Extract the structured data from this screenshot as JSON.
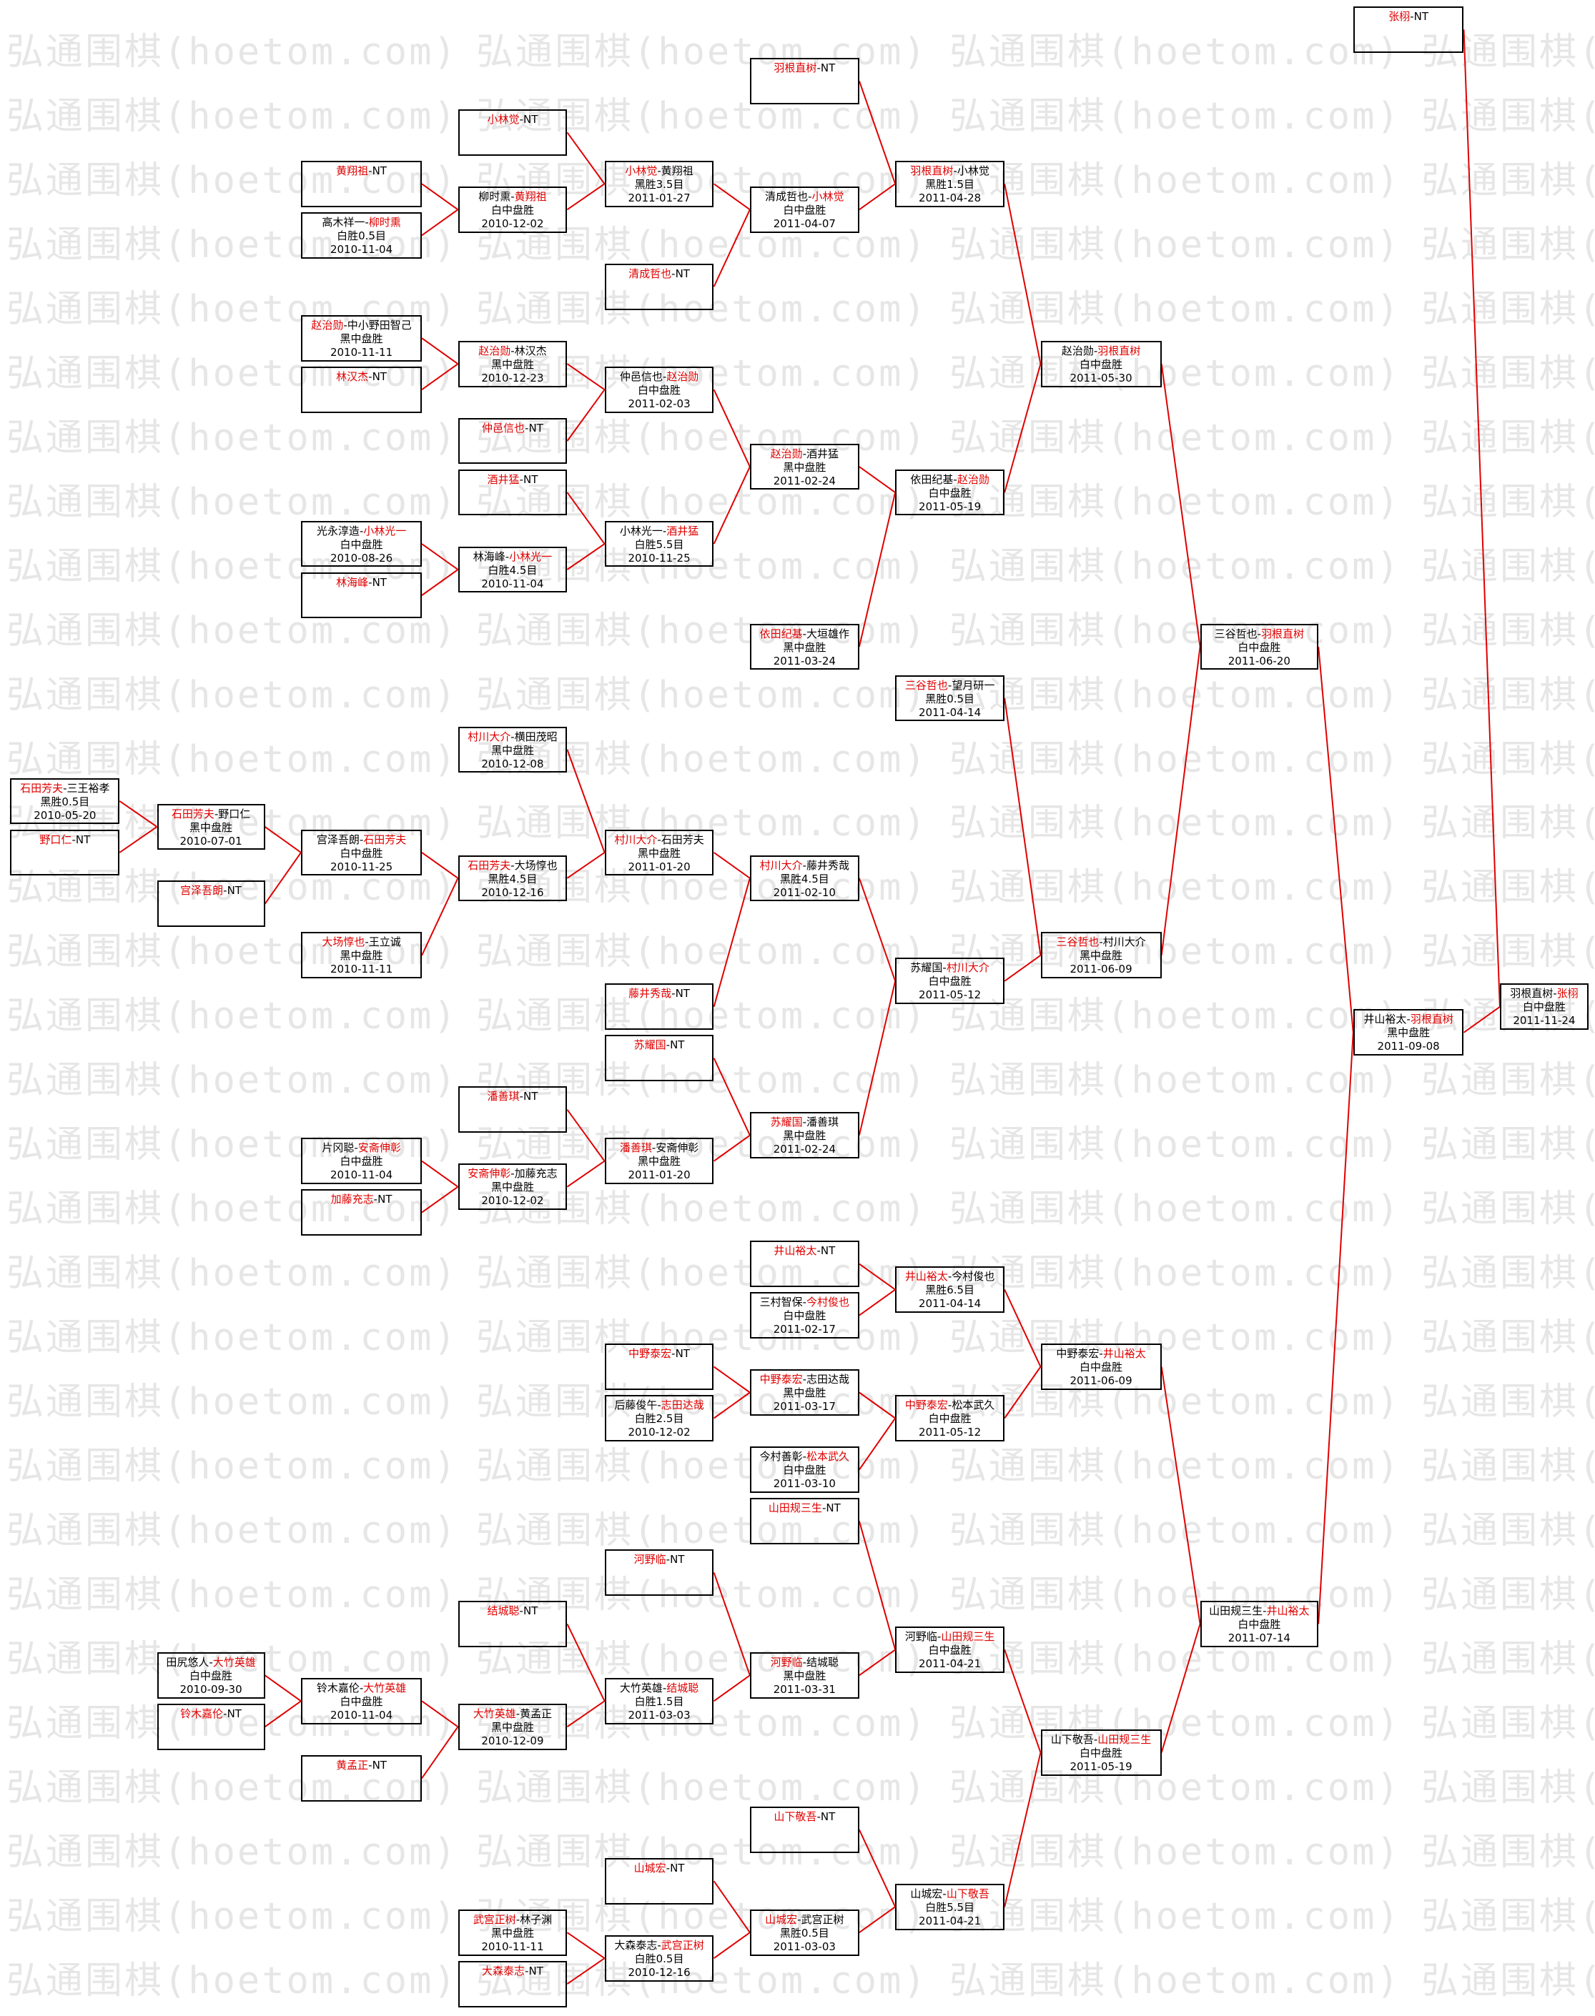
{
  "watermark": "弘通围棋(hoetom.com)",
  "separator": "-",
  "colors": {
    "winner": "#e00000",
    "connector": "#e00000",
    "border": "#000000",
    "watermark": "#e6e6e6"
  },
  "boxes": [
    {
      "p1": "石田芳夫",
      "p2": "三王裕孝",
      "winner": 1,
      "result": "黑胜0.5目",
      "date": "2010-05-20"
    },
    {
      "p1": "野口仁",
      "p2": "NT",
      "winner": 1
    },
    {
      "p1": "石田芳夫",
      "p2": "野口仁",
      "winner": 1,
      "result": "黑中盘胜",
      "date": "2010-07-01"
    },
    {
      "p1": "宫泽吾朗",
      "p2": "NT",
      "winner": 1
    },
    {
      "p1": "田尻悠人",
      "p2": "大竹英雄",
      "winner": 2,
      "result": "白中盘胜",
      "date": "2010-09-30"
    },
    {
      "p1": "铃木嘉伦",
      "p2": "NT",
      "winner": 1
    },
    {
      "p1": "黄翔祖",
      "p2": "NT",
      "winner": 1
    },
    {
      "p1": "高木祥一",
      "p2": "柳时熏",
      "winner": 2,
      "result": "白胜0.5目",
      "date": "2010-11-04"
    },
    {
      "p1": "赵治勋",
      "p2": "中小野田智己",
      "winner": 1,
      "result": "黑中盘胜",
      "date": "2010-11-11"
    },
    {
      "p1": "林汉杰",
      "p2": "NT",
      "winner": 1
    },
    {
      "p1": "光永淳造",
      "p2": "小林光一",
      "winner": 2,
      "result": "白中盘胜",
      "date": "2010-08-26"
    },
    {
      "p1": "林海峰",
      "p2": "NT",
      "winner": 1
    },
    {
      "p1": "宫泽吾朗",
      "p2": "石田芳夫",
      "winner": 2,
      "result": "白中盘胜",
      "date": "2010-11-25"
    },
    {
      "p1": "大场惇也",
      "p2": "王立诚",
      "winner": 1,
      "result": "黑中盘胜",
      "date": "2010-11-11"
    },
    {
      "p1": "片冈聪",
      "p2": "安斋伸彰",
      "winner": 2,
      "result": "白中盘胜",
      "date": "2010-11-04"
    },
    {
      "p1": "加藤充志",
      "p2": "NT",
      "winner": 1
    },
    {
      "p1": "铃木嘉伦",
      "p2": "大竹英雄",
      "winner": 2,
      "result": "白中盘胜",
      "date": "2010-11-04"
    },
    {
      "p1": "黄孟正",
      "p2": "NT",
      "winner": 1
    },
    {
      "p1": "小林觉",
      "p2": "NT",
      "winner": 1
    },
    {
      "p1": "柳时熏",
      "p2": "黄翔祖",
      "winner": 2,
      "result": "白中盘胜",
      "date": "2010-12-02"
    },
    {
      "p1": "赵治勋",
      "p2": "林汉杰",
      "winner": 1,
      "result": "黑中盘胜",
      "date": "2010-12-23"
    },
    {
      "p1": "仲邑信也",
      "p2": "NT",
      "winner": 1
    },
    {
      "p1": "酒井猛",
      "p2": "NT",
      "winner": 1
    },
    {
      "p1": "林海峰",
      "p2": "小林光一",
      "winner": 2,
      "result": "白胜4.5目",
      "date": "2010-11-04"
    },
    {
      "p1": "村川大介",
      "p2": "横田茂昭",
      "winner": 1,
      "result": "黑中盘胜",
      "date": "2010-12-08"
    },
    {
      "p1": "石田芳夫",
      "p2": "大场惇也",
      "winner": 1,
      "result": "黑胜4.5目",
      "date": "2010-12-16"
    },
    {
      "p1": "潘善琪",
      "p2": "NT",
      "winner": 1
    },
    {
      "p1": "安斋伸彰",
      "p2": "加藤充志",
      "winner": 1,
      "result": "黑中盘胜",
      "date": "2010-12-02"
    },
    {
      "p1": "结城聪",
      "p2": "NT",
      "winner": 1
    },
    {
      "p1": "大竹英雄",
      "p2": "黄孟正",
      "winner": 1,
      "result": "黑中盘胜",
      "date": "2010-12-09"
    },
    {
      "p1": "武宫正树",
      "p2": "林子渊",
      "winner": 1,
      "result": "黑中盘胜",
      "date": "2010-11-11"
    },
    {
      "p1": "大森泰志",
      "p2": "NT",
      "winner": 1
    },
    {
      "p1": "小林觉",
      "p2": "黄翔祖",
      "winner": 1,
      "result": "黑胜3.5目",
      "date": "2011-01-27"
    },
    {
      "p1": "清成哲也",
      "p2": "NT",
      "winner": 1
    },
    {
      "p1": "仲邑信也",
      "p2": "赵治勋",
      "winner": 2,
      "result": "白中盘胜",
      "date": "2011-02-03"
    },
    {
      "p1": "小林光一",
      "p2": "酒井猛",
      "winner": 2,
      "result": "白胜5.5目",
      "date": "2010-11-25"
    },
    {
      "p1": "村川大介",
      "p2": "石田芳夫",
      "winner": 1,
      "result": "黑中盘胜",
      "date": "2011-01-20"
    },
    {
      "p1": "藤井秀哉",
      "p2": "NT",
      "winner": 1
    },
    {
      "p1": "苏耀国",
      "p2": "NT",
      "winner": 1
    },
    {
      "p1": "潘善琪",
      "p2": "安斋伸彰",
      "winner": 1,
      "result": "黑中盘胜",
      "date": "2011-01-20"
    },
    {
      "p1": "中野泰宏",
      "p2": "NT",
      "winner": 1
    },
    {
      "p1": "后藤俊午",
      "p2": "志田达哉",
      "winner": 2,
      "result": "白胜2.5目",
      "date": "2010-12-02"
    },
    {
      "p1": "河野临",
      "p2": "NT",
      "winner": 1
    },
    {
      "p1": "大竹英雄",
      "p2": "结城聪",
      "winner": 2,
      "result": "白胜1.5目",
      "date": "2011-03-03"
    },
    {
      "p1": "山城宏",
      "p2": "NT",
      "winner": 1
    },
    {
      "p1": "大森泰志",
      "p2": "武宫正树",
      "winner": 2,
      "result": "白胜0.5目",
      "date": "2010-12-16"
    },
    {
      "p1": "羽根直树",
      "p2": "NT",
      "winner": 1
    },
    {
      "p1": "清成哲也",
      "p2": "小林觉",
      "winner": 2,
      "result": "白中盘胜",
      "date": "2011-04-07"
    },
    {
      "p1": "赵治勋",
      "p2": "酒井猛",
      "winner": 1,
      "result": "黑中盘胜",
      "date": "2011-02-24"
    },
    {
      "p1": "依田纪基",
      "p2": "大垣雄作",
      "winner": 1,
      "result": "黑中盘胜",
      "date": "2011-03-24"
    },
    {
      "p1": "村川大介",
      "p2": "藤井秀哉",
      "winner": 1,
      "result": "黑胜4.5目",
      "date": "2011-02-10"
    },
    {
      "p1": "苏耀国",
      "p2": "潘善琪",
      "winner": 1,
      "result": "黑中盘胜",
      "date": "2011-02-24"
    },
    {
      "p1": "井山裕太",
      "p2": "NT",
      "winner": 1
    },
    {
      "p1": "三村智保",
      "p2": "今村俊也",
      "winner": 2,
      "result": "白中盘胜",
      "date": "2011-02-17"
    },
    {
      "p1": "中野泰宏",
      "p2": "志田达哉",
      "winner": 1,
      "result": "黑中盘胜",
      "date": "2011-03-17"
    },
    {
      "p1": "今村善彰",
      "p2": "松本武久",
      "winner": 2,
      "result": "白中盘胜",
      "date": "2011-03-10"
    },
    {
      "p1": "山田规三生",
      "p2": "NT",
      "winner": 1
    },
    {
      "p1": "河野临",
      "p2": "结城聪",
      "winner": 1,
      "result": "黑中盘胜",
      "date": "2011-03-31"
    },
    {
      "p1": "山下敬吾",
      "p2": "NT",
      "winner": 1
    },
    {
      "p1": "山城宏",
      "p2": "武宫正树",
      "winner": 1,
      "result": "黑胜0.5目",
      "date": "2011-03-03"
    },
    {
      "p1": "羽根直树",
      "p2": "小林觉",
      "winner": 1,
      "result": "黑胜1.5目",
      "date": "2011-04-28"
    },
    {
      "p1": "依田纪基",
      "p2": "赵治勋",
      "winner": 2,
      "result": "白中盘胜",
      "date": "2011-05-19"
    },
    {
      "p1": "三谷哲也",
      "p2": "望月研一",
      "winner": 1,
      "result": "黑胜0.5目",
      "date": "2011-04-14"
    },
    {
      "p1": "苏耀国",
      "p2": "村川大介",
      "winner": 2,
      "result": "白中盘胜",
      "date": "2011-05-12"
    },
    {
      "p1": "井山裕太",
      "p2": "今村俊也",
      "winner": 1,
      "result": "黑胜6.5目",
      "date": "2011-04-14"
    },
    {
      "p1": "中野泰宏",
      "p2": "松本武久",
      "winner": 1,
      "result": "白中盘胜",
      "date": "2011-05-12"
    },
    {
      "p1": "河野临",
      "p2": "山田规三生",
      "winner": 2,
      "result": "白中盘胜",
      "date": "2011-04-21"
    },
    {
      "p1": "山城宏",
      "p2": "山下敬吾",
      "winner": 2,
      "result": "白胜5.5目",
      "date": "2011-04-21"
    },
    {
      "p1": "赵治勋",
      "p2": "羽根直树",
      "winner": 2,
      "result": "白中盘胜",
      "date": "2011-05-30"
    },
    {
      "p1": "三谷哲也",
      "p2": "村川大介",
      "winner": 1,
      "result": "黑中盘胜",
      "date": "2011-06-09"
    },
    {
      "p1": "中野泰宏",
      "p2": "井山裕太",
      "winner": 2,
      "result": "白中盘胜",
      "date": "2011-06-09"
    },
    {
      "p1": "山下敬吾",
      "p2": "山田规三生",
      "winner": 2,
      "result": "白中盘胜",
      "date": "2011-05-19"
    },
    {
      "p1": "三谷哲也",
      "p2": "羽根直树",
      "winner": 2,
      "result": "白中盘胜",
      "date": "2011-06-20"
    },
    {
      "p1": "山田规三生",
      "p2": "井山裕太",
      "winner": 2,
      "result": "白中盘胜",
      "date": "2011-07-14"
    },
    {
      "p1": "张栩",
      "p2": "NT",
      "winner": 1
    },
    {
      "p1": "井山裕太",
      "p2": "羽根直树",
      "winner": 2,
      "result": "黑中盘胜",
      "date": "2011-09-08"
    },
    {
      "p1": "羽根直树",
      "p2": "张栩",
      "winner": 2,
      "result": "白中盘胜",
      "date": "2011-11-24"
    }
  ]
}
